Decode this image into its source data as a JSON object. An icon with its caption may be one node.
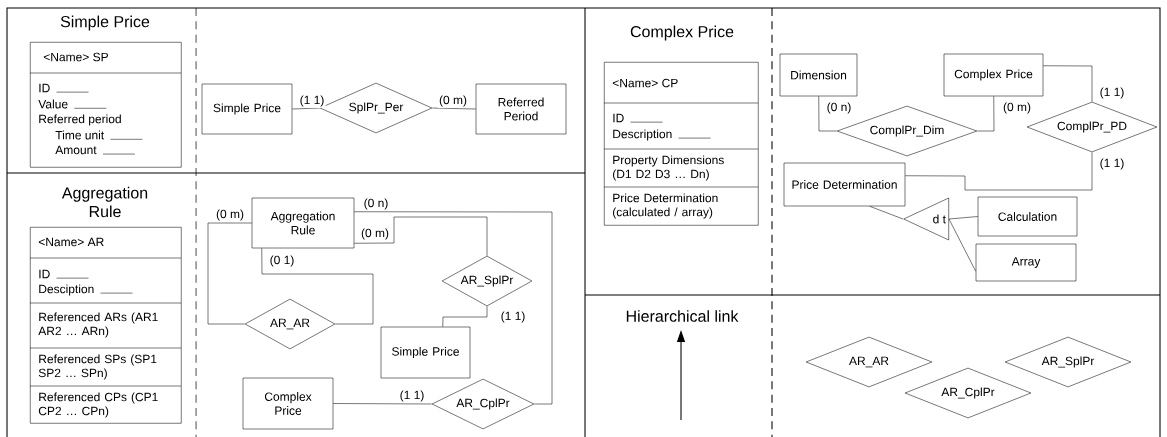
{
  "diagram": {
    "nodes": [
      {
        "text": [
          "Simple Price",
          "<Name> SP",
          "ID",
          "Value",
          "Referred period",
          "Time unit",
          "Amount"
        ]
      },
      {
        "text": [
          "Simple Price"
        ]
      },
      {
        "text": [
          "SplPr_Per"
        ]
      },
      {
        "text": [
          "Referred Period"
        ]
      },
      {
        "text": [
          "Aggregation Rule",
          "<Name> AR",
          "ID",
          "Desciption",
          "Referenced ARs (AR1 AR2 … ARn)",
          "Referenced SPs (SP1 SP2 … SPn)",
          "Referenced CPs (CP1 CP2 … CPn)"
        ]
      },
      {
        "text": [
          "Aggregation Rule"
        ]
      },
      {
        "text": [
          "AR_AR"
        ]
      },
      {
        "text": [
          "AR_SplPr"
        ]
      },
      {
        "text": [
          "Simple Price"
        ]
      },
      {
        "text": [
          "Complex Price"
        ]
      },
      {
        "text": [
          "AR_CplPr"
        ]
      },
      {
        "text": [
          "Complex Price",
          "<Name> CP",
          "ID",
          "Description",
          "Property Dimensions (D1 D2 D3 … Dn)",
          "Price Determination (calculated / array)"
        ]
      },
      {
        "text": [
          "Dimension"
        ]
      },
      {
        "text": [
          "Complex Price"
        ]
      },
      {
        "text": [
          "ComplPr_Dim"
        ]
      },
      {
        "text": [
          "ComplPr_PD"
        ]
      },
      {
        "text": [
          "Price Determination"
        ]
      },
      {
        "text": [
          "d t"
        ]
      },
      {
        "text": [
          "Calculation"
        ]
      },
      {
        "text": [
          "Array"
        ]
      },
      {
        "text": [
          "AR_AR"
        ]
      },
      {
        "text": [
          "AR_SplPr"
        ]
      },
      {
        "text": [
          "AR_CplPr"
        ]
      }
    ],
    "edges": [
      {
        "from": 2,
        "to": 1,
        "arrow": "none",
        "label": "(1 1)"
      },
      {
        "from": 2,
        "to": 3,
        "arrow": "none",
        "label": "(0 m)"
      },
      {
        "from": 6,
        "to": 5,
        "arrow": "none",
        "label": "(0 m)"
      },
      {
        "from": 6,
        "to": 5,
        "arrow": "none",
        "label": "(0 1)"
      },
      {
        "from": 7,
        "to": 5,
        "arrow": "none",
        "label": "(0 m)"
      },
      {
        "from": 7,
        "to": 8,
        "arrow": "none",
        "label": "(1 1)"
      },
      {
        "from": 10,
        "to": 5,
        "arrow": "none",
        "label": "(0 n)"
      },
      {
        "from": 10,
        "to": 9,
        "arrow": "none",
        "label": "(1 1)"
      },
      {
        "from": 14,
        "to": 12,
        "arrow": "none",
        "label": "(0 n)"
      },
      {
        "from": 14,
        "to": 13,
        "arrow": "none",
        "label": "(0 m)"
      },
      {
        "from": 15,
        "to": 13,
        "arrow": "none",
        "label": "(1 1)"
      },
      {
        "from": 15,
        "to": 16,
        "arrow": "none",
        "label": "(1 1)"
      },
      {
        "from": 16,
        "to": 17,
        "arrow": "none"
      },
      {
        "from": 17,
        "to": 18,
        "arrow": "none"
      },
      {
        "from": 17,
        "to": 19,
        "arrow": "none"
      }
    ],
    "labels": [
      "Hierarchical link"
    ]
  }
}
